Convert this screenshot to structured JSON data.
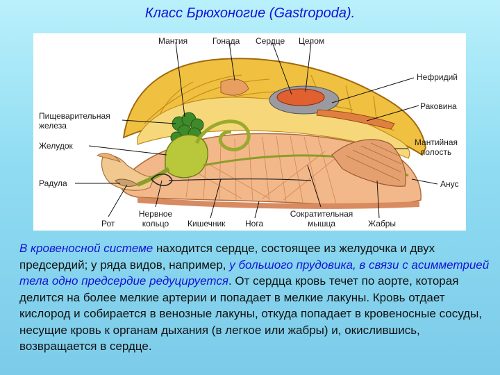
{
  "title": "Класс Брюхоногие (Gastropoda).",
  "diagram": {
    "labels": {
      "mantle": "Мантия",
      "gonad": "Гонада",
      "heart": "Сердце",
      "coelom": "Целом",
      "nephridium": "Нефридий",
      "shell": "Раковина",
      "digestive_gland_1": "Пищеварительная",
      "digestive_gland_2": "железа",
      "stomach": "Желудок",
      "mantle_cavity_1": "Мантийная",
      "mantle_cavity_2": "полость",
      "radula": "Радула",
      "anus": "Анус",
      "mouth": "Рот",
      "nerve_ring_1": "Нервное",
      "nerve_ring_2": "кольцо",
      "intestine": "Кишечник",
      "foot": "Нога",
      "retractor_1": "Сократительная",
      "retractor_2": "мышца",
      "gills": "Жабры"
    }
  },
  "text": {
    "p1_em": "В кровеносной системе",
    "p1_a": " находится сердце, состоящее из желудочка и двух предсердий; у ряда видов, например, ",
    "p1_em2": "у большого прудовика, в связи с асимметрией тела одно предсердие редуцируется",
    "p1_b": ". От сердца кровь течет по аорте, которая делится на более мелкие артерии и попадает в мелкие лакуны. Кровь отдает кислород и собирается в венозные лакуны, откуда попадает в кровеносные сосуды, несущие кровь к органам дыхания (в легкое или жабры) и, окислившись, возвращается в сердце."
  }
}
